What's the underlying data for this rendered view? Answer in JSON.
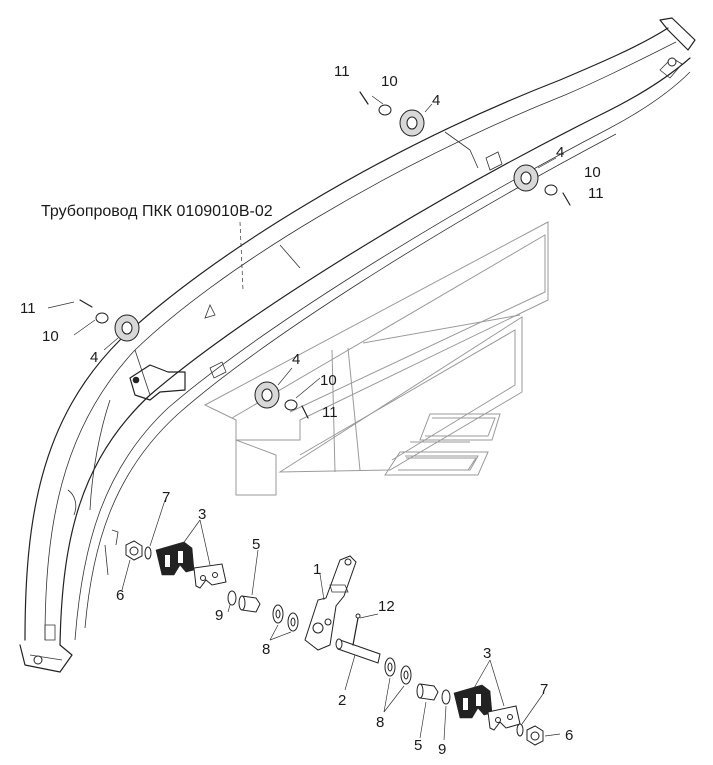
{
  "caption": "Трубопровод ПКК 0109010В-02",
  "labels": {
    "l11_top": "11",
    "l10_top": "10",
    "l4_top": "4",
    "l4_right": "4",
    "l10_right": "10",
    "l11_right": "11",
    "l11_left": "11",
    "l10_left": "10",
    "l4_left": "4",
    "l4_mid": "4",
    "l10_mid": "10",
    "l11_mid": "11",
    "l7_left": "7",
    "l3_left": "3",
    "l6_left": "6",
    "l5_left": "5",
    "l9_left": "9",
    "l8_left": "8",
    "l1": "1",
    "l12": "12",
    "l2": "2",
    "l3_right": "3",
    "l8_right": "8",
    "l5_right": "5",
    "l9_right": "9",
    "l7_right": "7",
    "l6_right": "6"
  }
}
